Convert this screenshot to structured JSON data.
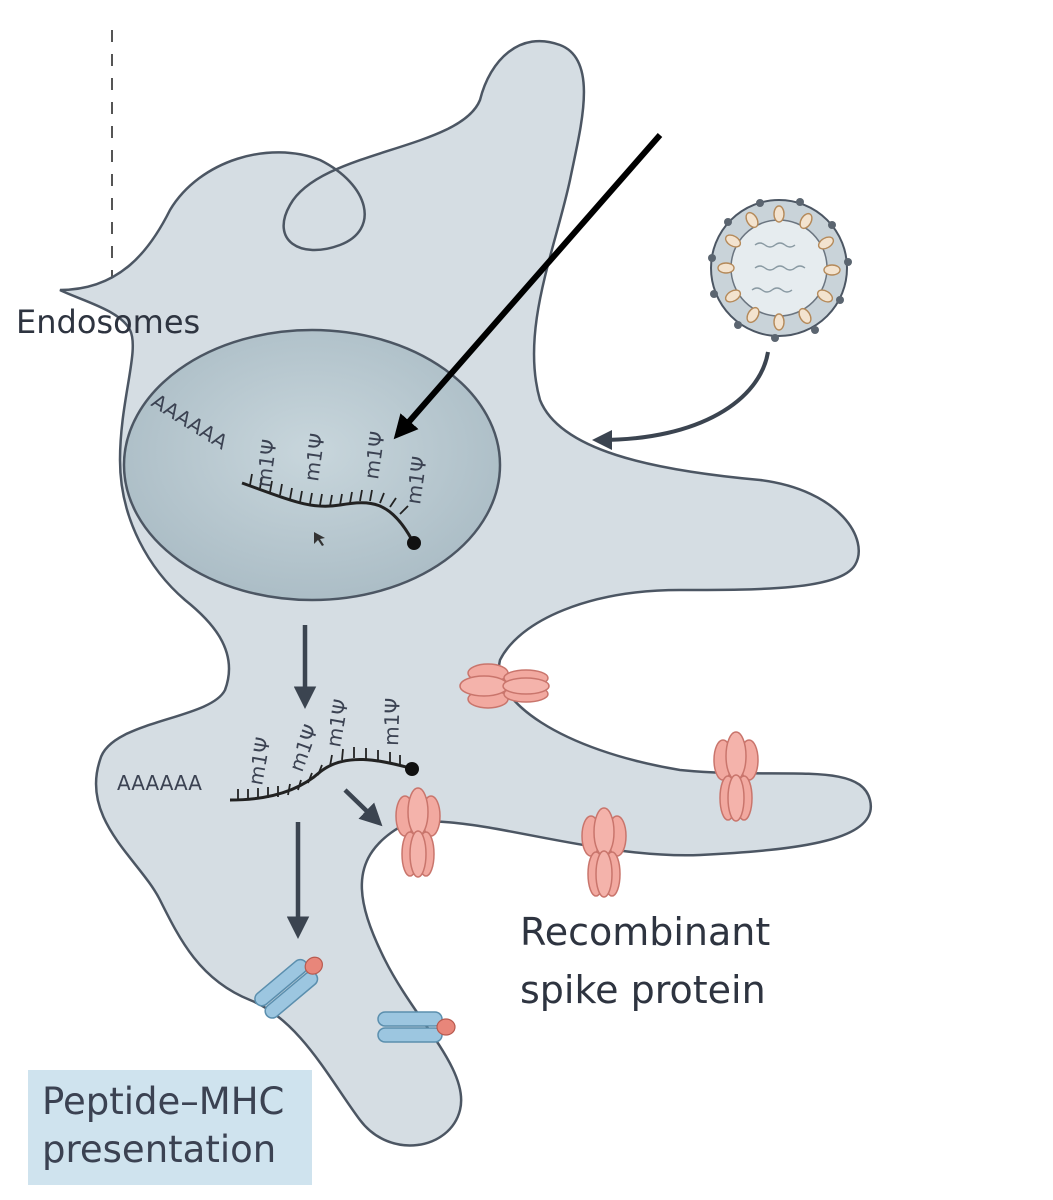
{
  "labels": {
    "endosomes": "Endosomes",
    "polyA": "AAAAAA",
    "modification": "m1Ψ",
    "spike_line1": "Recombinant",
    "spike_line2": "spike protein",
    "pmhc": "Peptide–MHC\npresentation"
  },
  "colors": {
    "cell_fill": "#d5dde3",
    "cell_stroke": "#4c5663",
    "endosome_fill": "#b8c8d0",
    "spike": "#f2a9a0",
    "spike_stroke": "#c9756c",
    "mhc": "#9cc6e0",
    "mhc_stroke": "#5b8fae",
    "pmhc_box": "#cfe3ee",
    "arrow": "#3b4450"
  }
}
